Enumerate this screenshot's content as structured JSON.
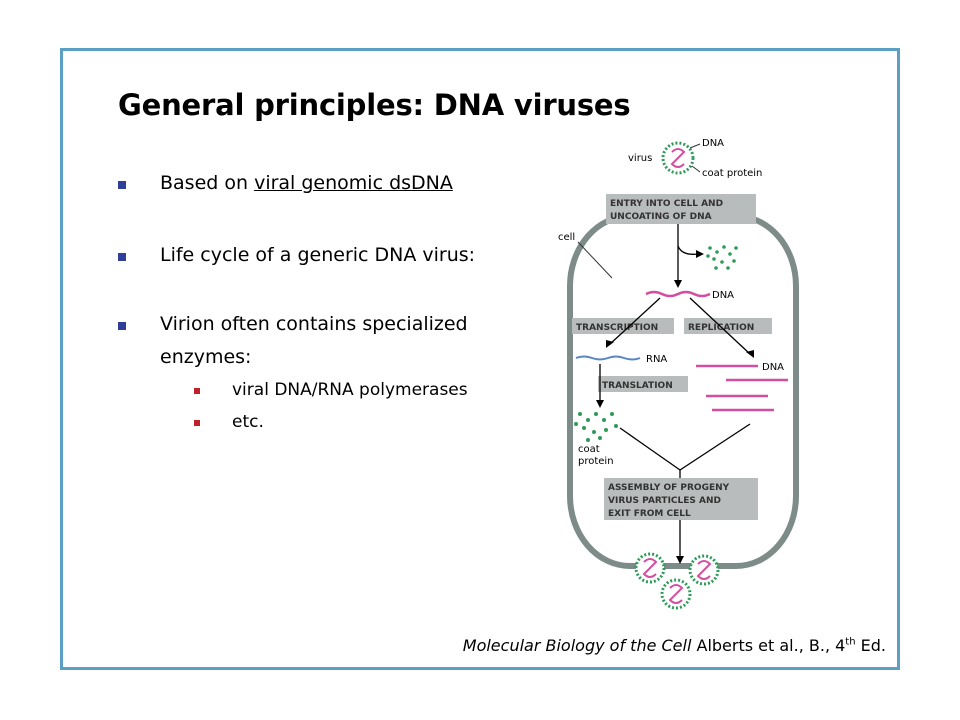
{
  "title": "General principles:  DNA viruses",
  "bullets": {
    "b1_prefix": "Based on ",
    "b1_link": "viral genomic dsDNA",
    "b2": "Life cycle of a generic DNA virus:",
    "b3_line1": "Virion often contains specialized",
    "b3_line2": "enzymes:"
  },
  "sub_bullets": [
    "viral DNA/RNA polymerases",
    "etc."
  ],
  "diagram": {
    "virus": "virus",
    "dna_top": "DNA",
    "coat_protein_top": "coat protein",
    "entry_1": "ENTRY INTO CELL AND",
    "entry_2": "UNCOATING OF DNA",
    "cell": "cell",
    "dna_mid": "DNA",
    "transcription": "TRANSCRIPTION",
    "replication": "REPLICATION",
    "rna": "RNA",
    "dna_right": "DNA",
    "translation": "TRANSLATION",
    "coat_1": "coat",
    "coat_2": "protein",
    "assembly_1": "ASSEMBLY OF PROGENY",
    "assembly_2": "VIRUS PARTICLES AND",
    "assembly_3": "EXIT FROM CELL"
  },
  "citation": {
    "book": "Molecular Biology of the Cell",
    "authors": " Alberts et al., B., 4",
    "sup": "th",
    "edition": " Ed."
  },
  "colors": {
    "border": "#5b9fc2",
    "bullet": "#2f3e99",
    "sub_bullet": "#c0202a",
    "cell_wall": "#7d8c88",
    "label_box": "#b9bcbc",
    "dna": "#d24fa0",
    "rna": "#5a86c8",
    "protein": "#2f9a5a"
  }
}
